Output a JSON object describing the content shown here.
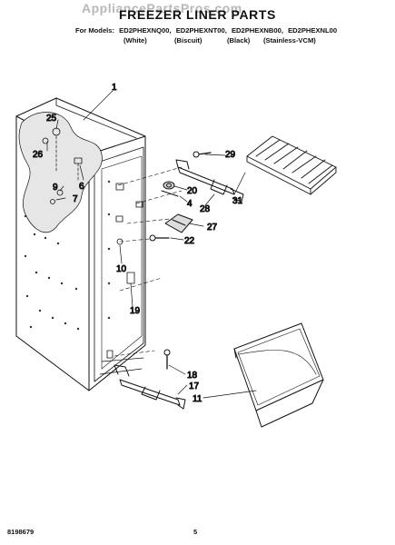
{
  "header": {
    "watermark": "AppliancePartsPros.com",
    "title": "FREEZER LINER PARTS",
    "models_label": "For Models:",
    "models": [
      "ED2PHEXNQ00,",
      "ED2PHEXNT00,",
      "ED2PHEXNB00,",
      "ED2PHEXNL00"
    ],
    "finishes": [
      "(White)",
      "(Biscuit)",
      "(Black)",
      "(Stainless-VCM)"
    ]
  },
  "callouts": [
    "1",
    "25",
    "26",
    "6",
    "9",
    "7",
    "29",
    "20",
    "4",
    "28",
    "31",
    "27",
    "22",
    "10",
    "19",
    "18",
    "17",
    "11"
  ],
  "footer": {
    "doc_number": "8198679",
    "page_number": "5"
  }
}
